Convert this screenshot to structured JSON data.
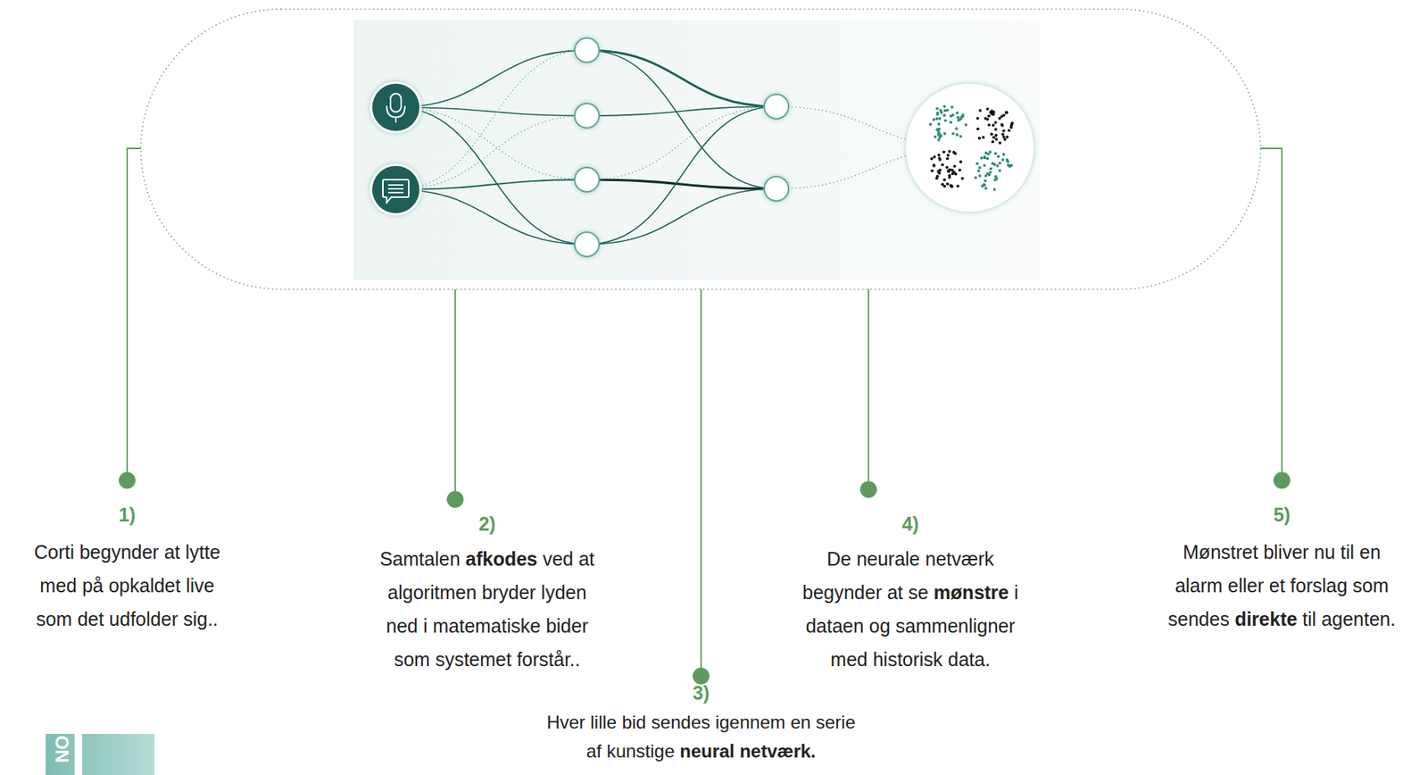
{
  "diagram": {
    "labels": [
      "1)",
      "Corti begynder at lytte med på opkaldet live som det udfolder sig..",
      "2)",
      "Samtalen afkodes ved at algoritmen bryder lyden ned i matematiske bider som systemet forstår..",
      "3)",
      "Hver lille bid sendes igennem en serie af kunstige neural netværk.",
      "4)",
      "De neurale netværk begynder at se mønstre i dataen og sammenligner med historisk data.",
      "5)",
      "Mønstret bliver nu til en alarm eller et forslag som sendes direkte til agenten.",
      "NO"
    ]
  }
}
